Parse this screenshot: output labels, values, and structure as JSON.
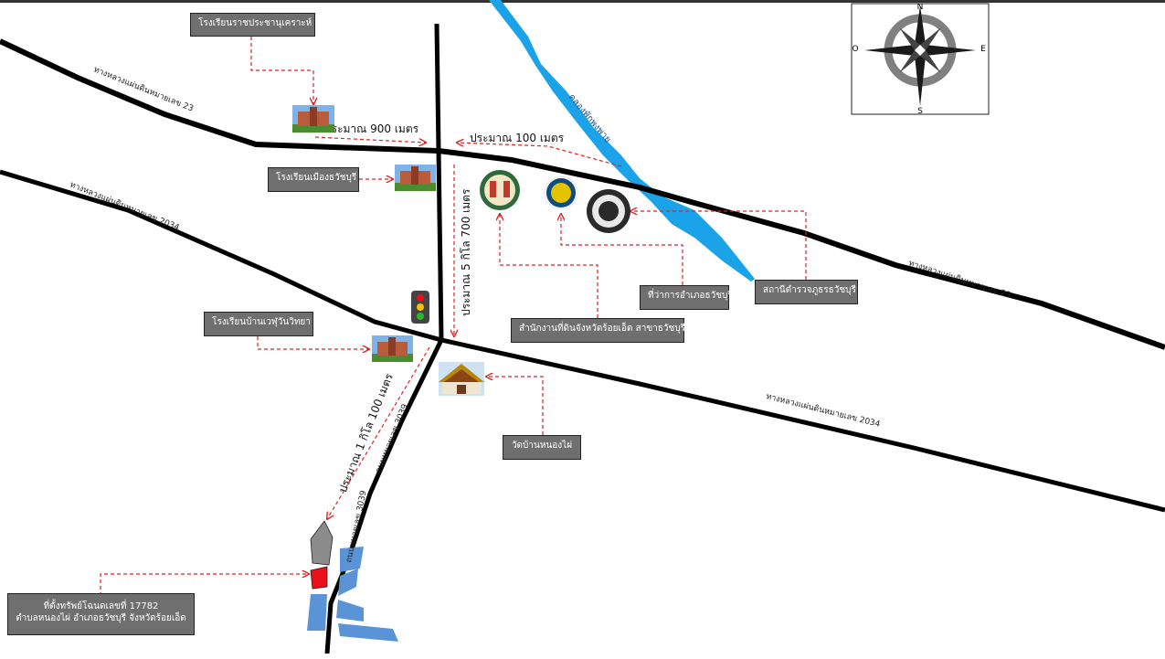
{
  "colors": {
    "road": "#000000",
    "canal": "#1aa3e8",
    "leader": "#e02020",
    "label_box": "#6f6f6f",
    "land_plot": "#5b94d6",
    "subject_plot": "#e8101a",
    "neighbor_plot": "#8c8c8c"
  },
  "labels": {
    "school_rachaprachanukroh": "โรงเรียนราชประชานุเคราะห์",
    "school_mueang_watcharaburi": "โรงเรียนเมืองธวัชบุรี",
    "school_ban_wa_witthaya": "โรงเรียนบ้านเวฬุวันวิทยา",
    "land_office": "สำนักงานที่ดินจังหวัดร้อยเอ็ด สาขาธวัชบุรี",
    "district_office": "ที่ว่าการอำเภอธวัชบุรี",
    "police_station": "สถานีตำรวจภูธรธวัชบุรี",
    "temple": "วัดบ้านหนองไผ่",
    "property_line1": "ที่ตั้งทรัพย์โฉนดเลขที่ 17782",
    "property_line2": "ตำบลหนองไผ่ อำเภอธวัชบุรี จังหวัดร้อยเอ็ด"
  },
  "roads": {
    "hwy23_left": "ทางหลวงแผ่นดินหมายเลข 23",
    "hwy23_right": "ทางหลวงแผ่นดินหมายเลข 23",
    "hwy2034_left": "ทางหลวงแผ่นดินหมายเลข 2034",
    "hwy2034_right": "ทางหลวงแผ่นดินหมายเลข 2034",
    "road3039_a": "ถนนหมายเลข 3039",
    "road3039_b": "ถนนหมายเลข 3039",
    "canal": "คลองพักพงพาย"
  },
  "distances": {
    "d900": "ประมาณ 900 เมตร",
    "d100": "ประมาณ 100 เมตร",
    "d5700": "ประมาณ 5 กิโล 700 เมตร",
    "d1100": "ประมาณ 1 กิโล 100 เมตร"
  },
  "compass": {
    "north": "N",
    "south": "S",
    "east": "E",
    "west": "O"
  },
  "icons": {
    "school": "school-building-icon",
    "temple": "temple-icon",
    "traffic": "traffic-light-icon",
    "land_seal": "land-office-seal-icon",
    "district_seal": "district-seal-icon",
    "police_seal": "police-seal-icon"
  }
}
